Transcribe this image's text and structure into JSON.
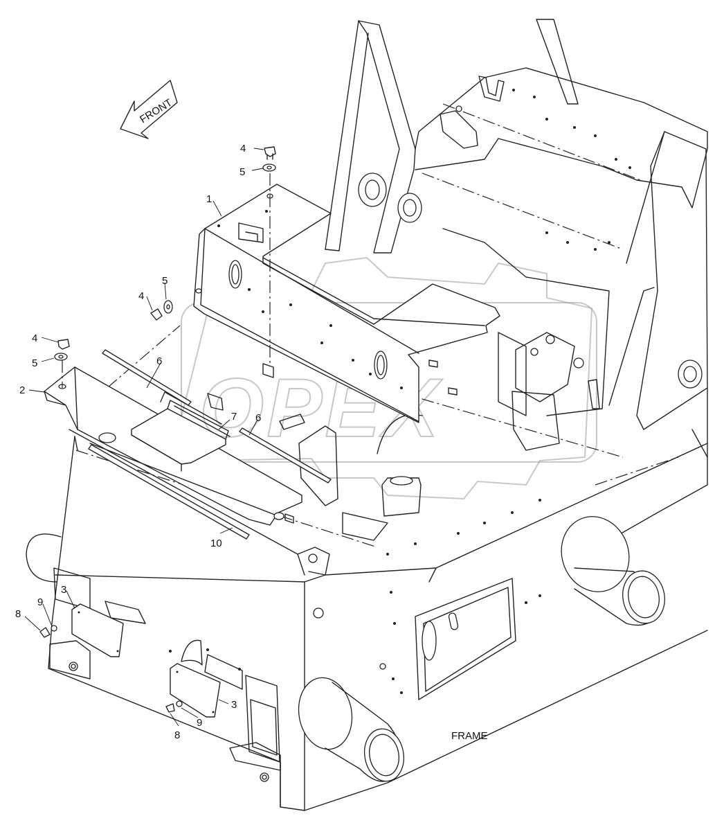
{
  "diagram": {
    "direction_label": "FRONT",
    "section_label": "FRAME",
    "watermark_text": "OPEX",
    "callouts": [
      {
        "id": "c1",
        "text": "1"
      },
      {
        "id": "c2",
        "text": "2"
      },
      {
        "id": "c3a",
        "text": "3"
      },
      {
        "id": "c3b",
        "text": "3"
      },
      {
        "id": "c4a",
        "text": "4"
      },
      {
        "id": "c4b",
        "text": "4"
      },
      {
        "id": "c4c",
        "text": "4"
      },
      {
        "id": "c5a",
        "text": "5"
      },
      {
        "id": "c5b",
        "text": "5"
      },
      {
        "id": "c5c",
        "text": "5"
      },
      {
        "id": "c6a",
        "text": "6"
      },
      {
        "id": "c6b",
        "text": "6"
      },
      {
        "id": "c7",
        "text": "7"
      },
      {
        "id": "c8a",
        "text": "8"
      },
      {
        "id": "c8b",
        "text": "8"
      },
      {
        "id": "c9a",
        "text": "9"
      },
      {
        "id": "c9b",
        "text": "9"
      },
      {
        "id": "c10",
        "text": "10"
      }
    ]
  }
}
